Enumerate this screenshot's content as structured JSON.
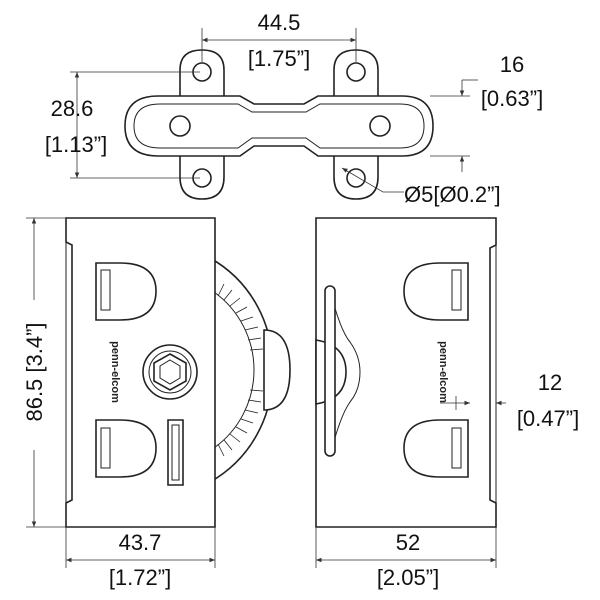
{
  "dimensions": {
    "top_width": {
      "metric": "44.5",
      "imperial": "[1.75”]"
    },
    "top_height": {
      "metric": "28.6",
      "imperial": "[1.13”]"
    },
    "thickness": {
      "metric": "16",
      "imperial": "[0.63”]"
    },
    "hole": {
      "label": "Ø5[Ø0.2”]"
    },
    "side_height": {
      "label": "86.5 [3.4”]"
    },
    "left_width": {
      "metric": "43.7",
      "imperial": "[1.72”]"
    },
    "right_width": {
      "metric": "52",
      "imperial": "[2.05”]"
    },
    "right_offset": {
      "metric": "12",
      "imperial": "[0.47”]"
    }
  },
  "branding": {
    "left": "penn-elcom",
    "right": "penn-elcom"
  }
}
